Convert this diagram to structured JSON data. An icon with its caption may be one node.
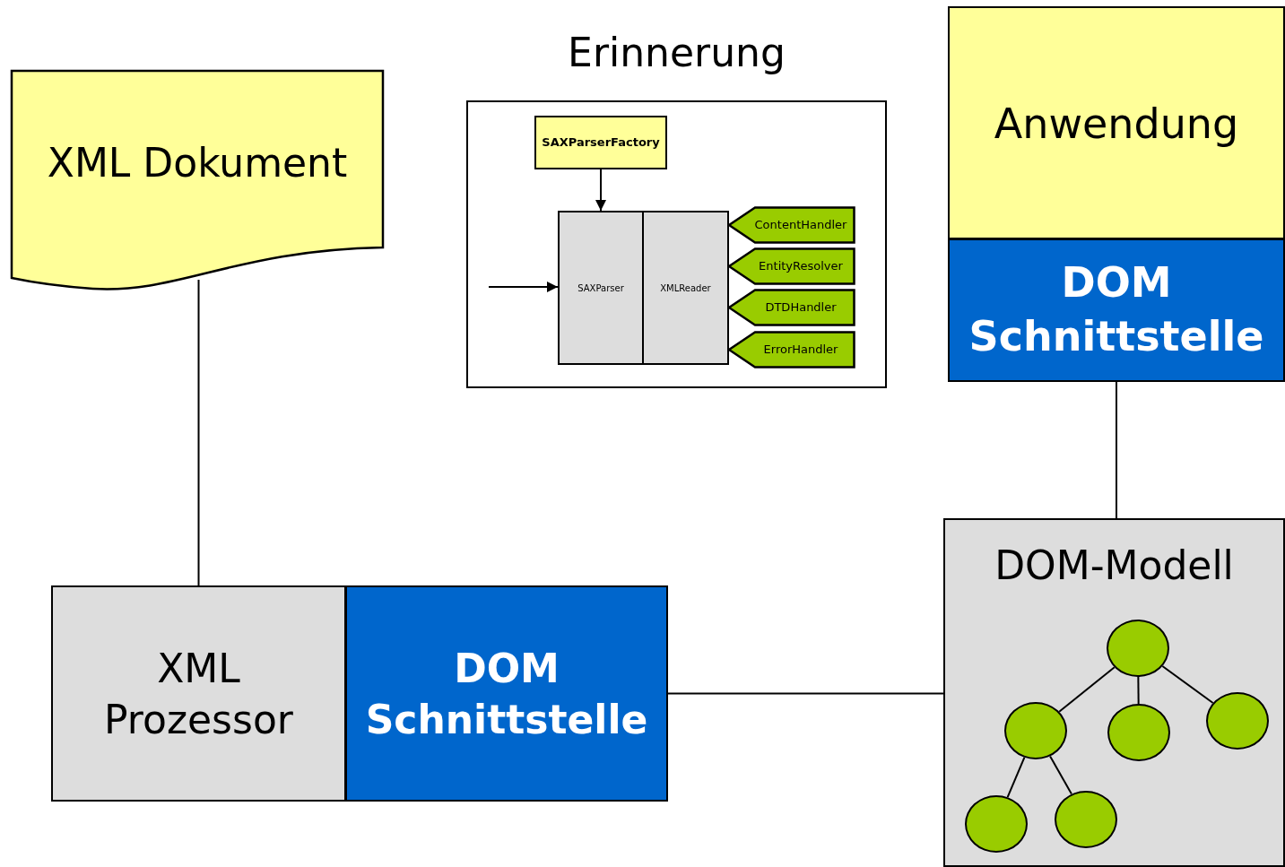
{
  "diagram": {
    "nodes": [
      {
        "text": [
          "XML Dokument"
        ]
      },
      {
        "text": [
          "Erinnerung"
        ]
      },
      {
        "text": [
          "SAXParserFactory"
        ],
        "in": 1
      },
      {
        "text": [
          "SAXParser"
        ],
        "in": 1
      },
      {
        "text": [
          "XMLReader"
        ],
        "in": 1
      },
      {
        "text": [
          "ContentHandler"
        ],
        "in": 1
      },
      {
        "text": [
          "EntityResolver"
        ],
        "in": 1
      },
      {
        "text": [
          "DTDHandler"
        ],
        "in": 1
      },
      {
        "text": [
          "ErrorHandler"
        ],
        "in": 1
      },
      {
        "text": [
          "Anwendung"
        ]
      },
      {
        "text": [
          "DOM Schnittstelle"
        ]
      },
      {
        "text": [
          "DOM-Modell"
        ]
      },
      {
        "text": [],
        "shape": "circle",
        "in": 11
      },
      {
        "text": [],
        "shape": "circle",
        "in": 11
      },
      {
        "text": [],
        "shape": "circle",
        "in": 11
      },
      {
        "text": [],
        "shape": "circle",
        "in": 11
      },
      {
        "text": [],
        "shape": "circle",
        "in": 11
      },
      {
        "text": [],
        "shape": "circle",
        "in": 11
      },
      {
        "text": [
          "XML Prozessor"
        ]
      },
      {
        "text": [
          "DOM Schnittstelle"
        ]
      }
    ],
    "edges": [
      {
        "from": 0,
        "to": 18,
        "arrow": "none"
      },
      {
        "from": 2,
        "to": 3,
        "arrow": "to"
      },
      {
        "from": null,
        "to": 3,
        "arrow": "to"
      },
      {
        "from": 10,
        "to": 11,
        "arrow": "none"
      },
      {
        "from": 19,
        "to": 11,
        "arrow": "none"
      },
      {
        "from": 12,
        "to": 13,
        "arrow": "none"
      },
      {
        "from": 12,
        "to": 14,
        "arrow": "none"
      },
      {
        "from": 12,
        "to": 15,
        "arrow": "none"
      },
      {
        "from": 13,
        "to": 16,
        "arrow": "none"
      },
      {
        "from": 13,
        "to": 17,
        "arrow": "none"
      }
    ]
  }
}
